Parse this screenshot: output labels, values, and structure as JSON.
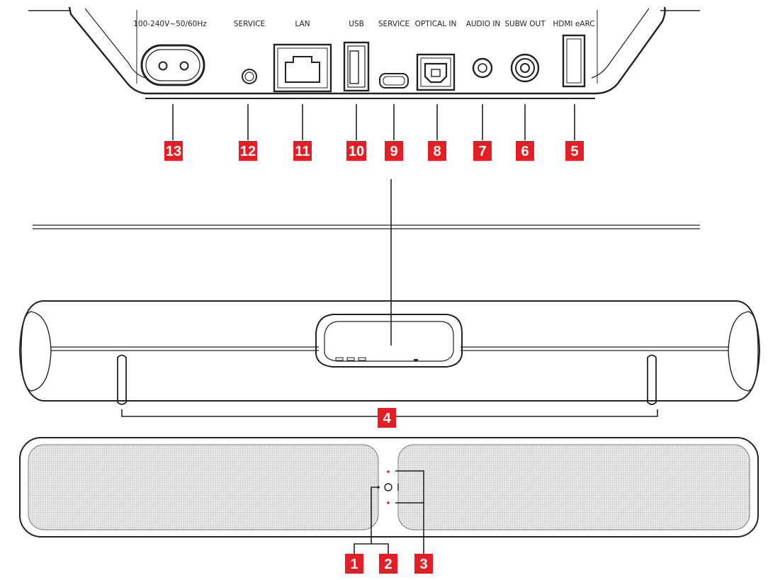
{
  "port_labels": {
    "power": "100-240V~50/60Hz",
    "service_1": "SERVICE",
    "lan": "LAN",
    "usb": "USB",
    "service_2": "SERVICE",
    "optical": "OPTICAL IN",
    "audio": "AUDIO IN",
    "subw": "SUBW OUT",
    "hdmi": "HDMI eARC"
  },
  "callouts": {
    "c1": "1",
    "c2": "2",
    "c3": "3",
    "c4": "4",
    "c5": "5",
    "c6": "6",
    "c7": "7",
    "c8": "8",
    "c9": "9",
    "c10": "10",
    "c11": "11",
    "c12": "12",
    "c13": "13"
  },
  "colors": {
    "badge": "#e31e24",
    "line": "#222222",
    "grille": "#d2d2d2",
    "led": "#e31e24"
  }
}
